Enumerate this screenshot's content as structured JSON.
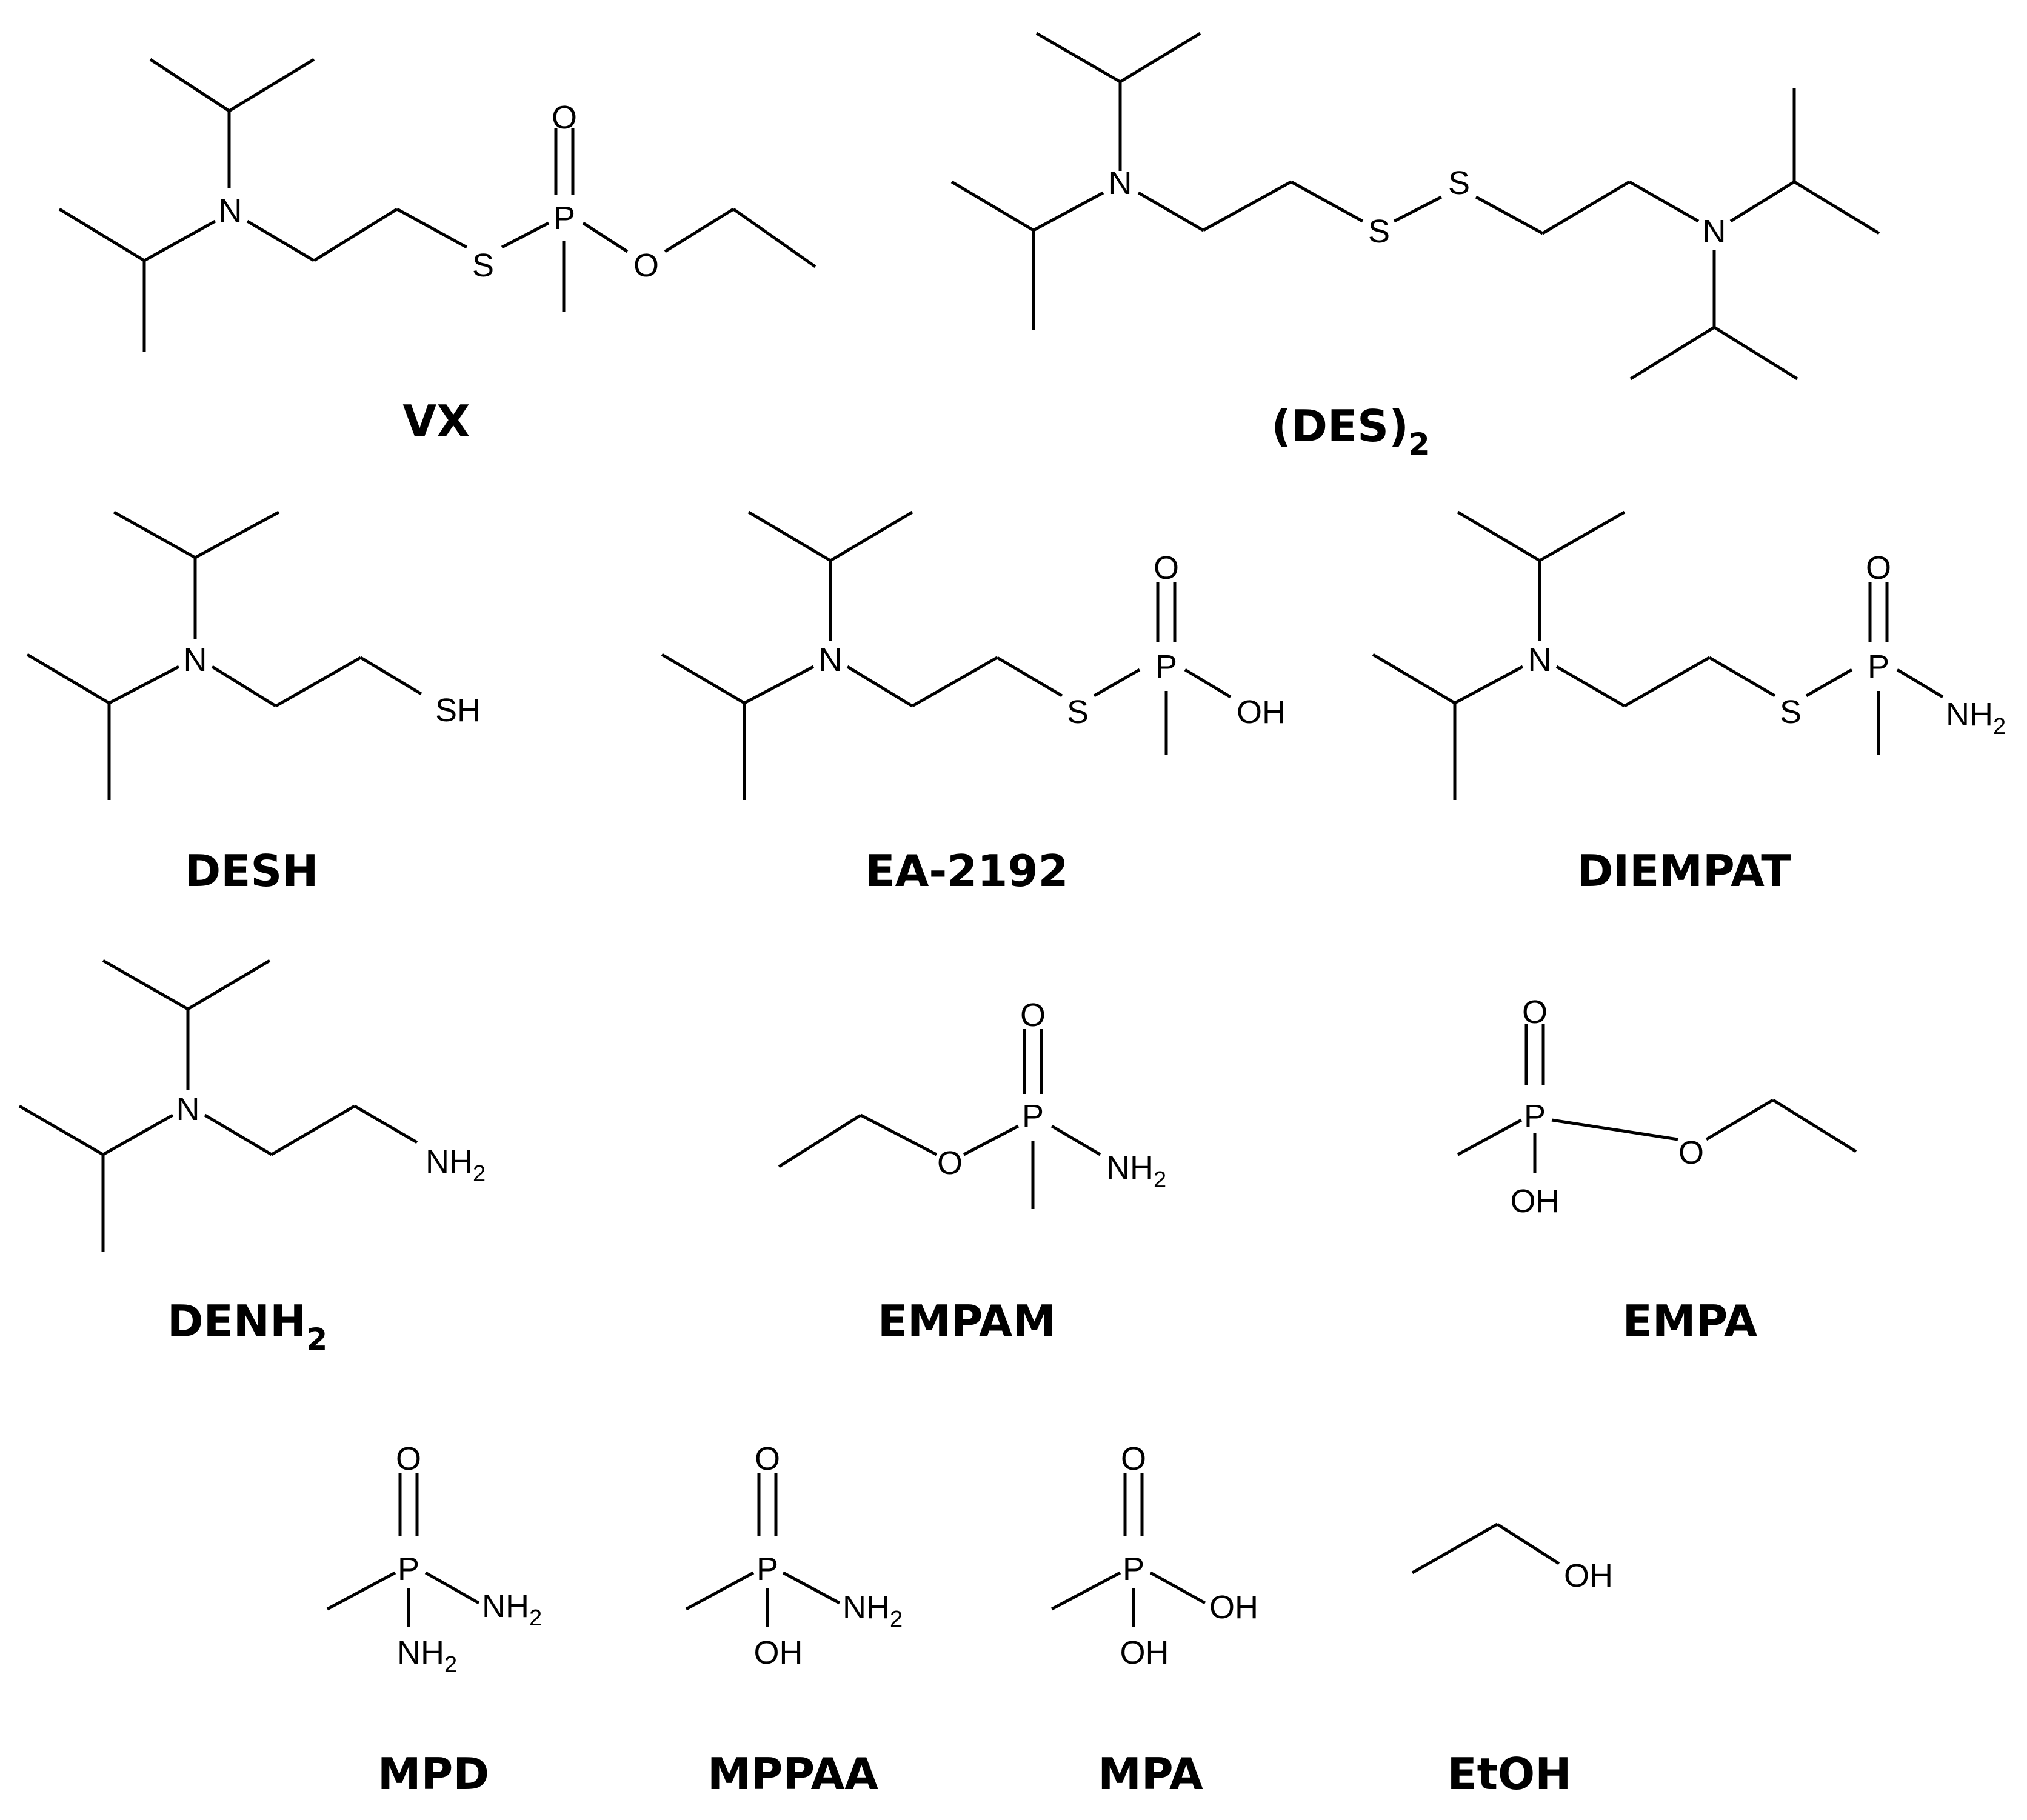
{
  "compounds": [
    {
      "id": "vx",
      "name": "VX"
    },
    {
      "id": "des2",
      "name": "(DES)",
      "name_sub": "2"
    },
    {
      "id": "desh",
      "name": "DESH"
    },
    {
      "id": "ea2192",
      "name": "EA-2192"
    },
    {
      "id": "diempat",
      "name": "DIEMPAT"
    },
    {
      "id": "denh2",
      "name": "DENH",
      "name_sub": "2"
    },
    {
      "id": "empam",
      "name": "EMPAM"
    },
    {
      "id": "empa",
      "name": "EMPA"
    },
    {
      "id": "mpd",
      "name": "MPD"
    },
    {
      "id": "mppaa",
      "name": "MPPAA"
    },
    {
      "id": "mpa",
      "name": "MPA"
    },
    {
      "id": "etoh",
      "name": "EtOH"
    }
  ],
  "atoms": {
    "N": "N",
    "S": "S",
    "P": "P",
    "O": "O",
    "SH": "SH",
    "OH": "OH",
    "NH": "NH",
    "H2_sub": "2"
  }
}
